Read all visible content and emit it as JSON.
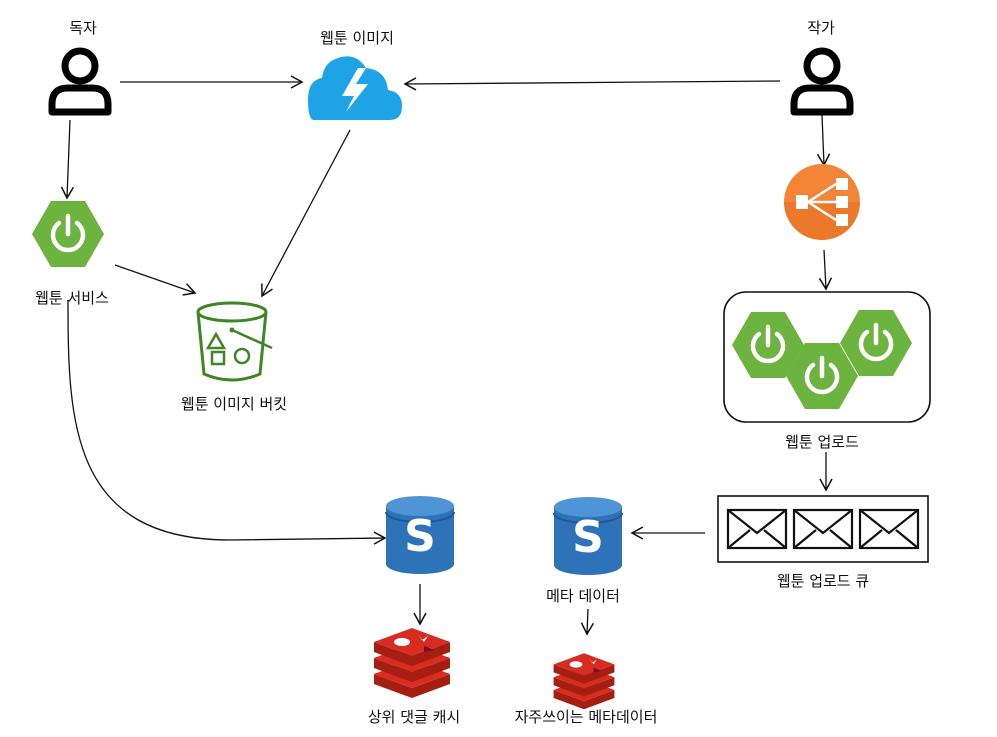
{
  "nodes": {
    "reader": {
      "label": "독자",
      "icon": "user-icon"
    },
    "author": {
      "label": "작가",
      "icon": "user-icon"
    },
    "webtoon_image": {
      "label": "웹툰 이미지",
      "icon": "cloud-lightning-icon"
    },
    "webtoon_service": {
      "label": "웹툰 서비스",
      "icon": "spring-power-icon"
    },
    "image_bucket": {
      "label": "웹툰 이미지 버킷",
      "icon": "s3-bucket-icon"
    },
    "load_balancer": {
      "label": "",
      "icon": "load-balancer-icon"
    },
    "webtoon_upload": {
      "label": "웹툰 업로드",
      "icon": "spring-power-icon"
    },
    "upload_queue": {
      "label": "웹툰 업로드 큐",
      "icon": "envelope-queue-icon"
    },
    "meta_data": {
      "label": "메타 데이터",
      "icon": "database-s-icon"
    },
    "comment_db": {
      "label": "",
      "icon": "database-s-icon"
    },
    "top_comment_cache": {
      "label": "상위 댓글 캐시",
      "icon": "redis-icon"
    },
    "frequent_meta_cache": {
      "label": "자주쓰이는 메타데이터",
      "icon": "redis-icon"
    }
  },
  "colors": {
    "spring_green": "#6db33f",
    "cloud_blue": "#1ea3e6",
    "lb_orange": "#f58536",
    "bucket_green": "#3f8624",
    "db_blue": "#2e73b8",
    "redis_red": "#d82c20",
    "line": "#111111"
  }
}
